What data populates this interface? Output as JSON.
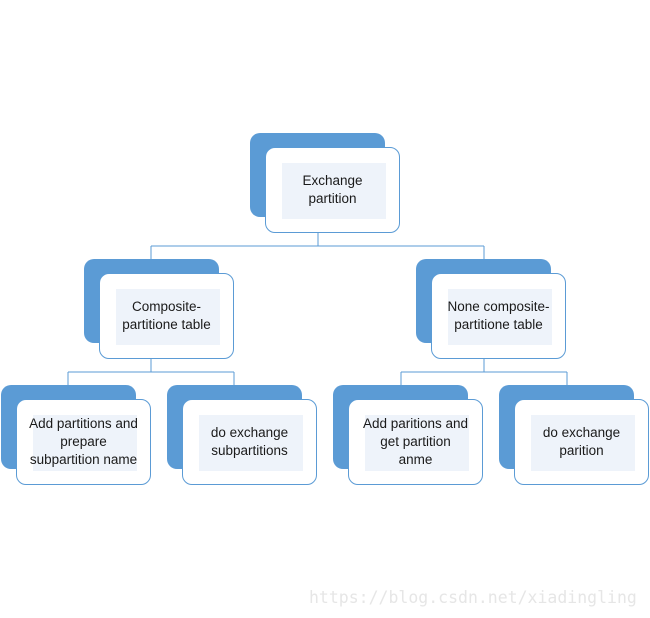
{
  "diagram": {
    "colors": {
      "accent": "#5b9bd5",
      "box_fill": "#ffffff",
      "inner_fill": "#eef3fa",
      "text": "#1a1a1a",
      "watermark": "#e6e6e6"
    },
    "root": {
      "label": "Exchange\npartition"
    },
    "branches": [
      {
        "label": "Composite-\npartitione table",
        "children": [
          {
            "label": "Add partitions and\nprepare\nsubpartition name"
          },
          {
            "label": "do exchange\nsubpartitions"
          }
        ]
      },
      {
        "label": "None composite-\npartitione table",
        "children": [
          {
            "label": "Add paritions  and\nget partition\nanme"
          },
          {
            "label": "do exchange\nparition"
          }
        ]
      }
    ]
  },
  "watermark": "https://blog.csdn.net/xiadingling"
}
